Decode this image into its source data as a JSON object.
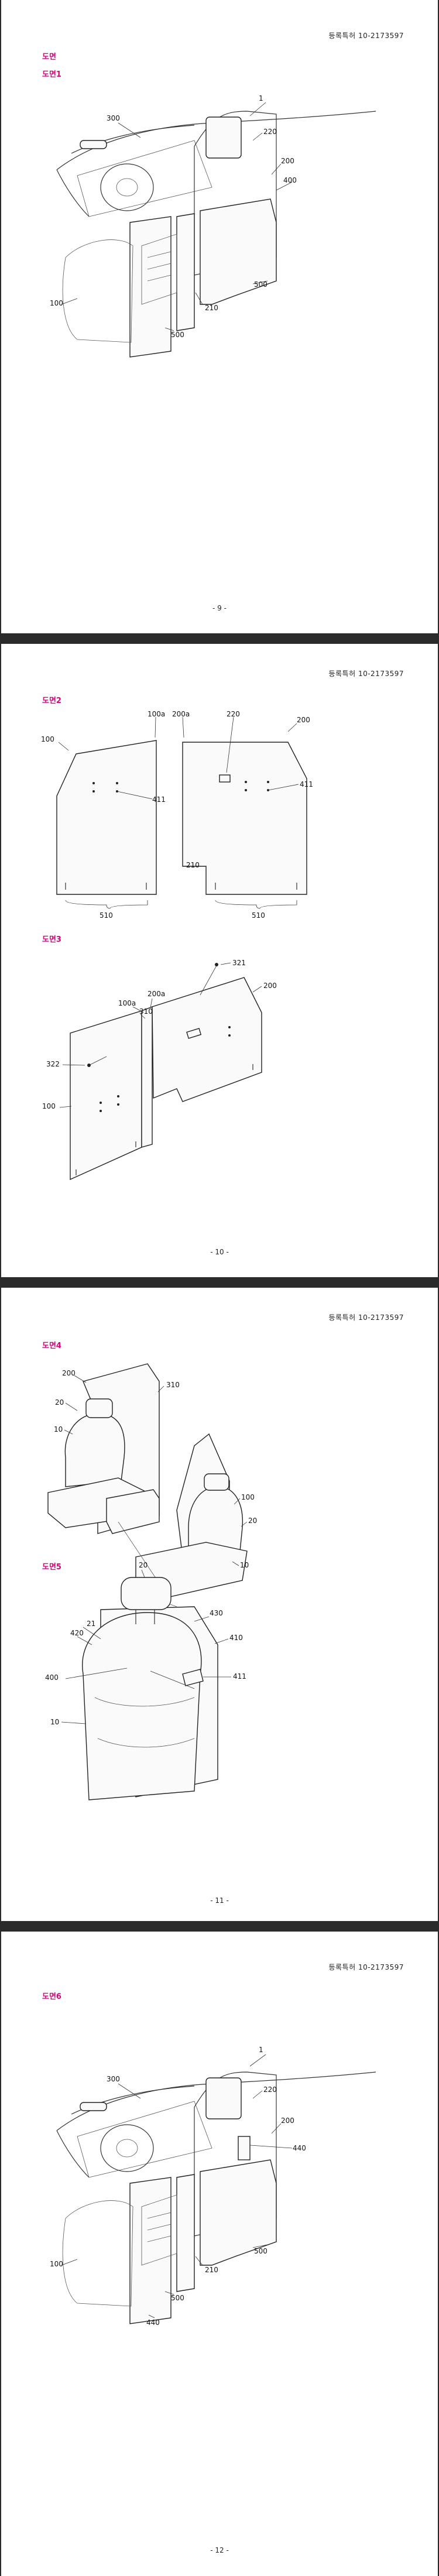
{
  "header_text": "등록특허 10-2173597",
  "pages": [
    {
      "number": "- 9 -",
      "section_label": "도면",
      "figure_label": "도면1",
      "refs": {
        "r1": "1",
        "r300": "300",
        "r220": "220",
        "r200": "200",
        "r400": "400",
        "r100": "100",
        "r210": "210",
        "r500a": "500",
        "r500b": "500"
      }
    },
    {
      "number": "- 10 -",
      "fig2_label": "도면2",
      "fig3_label": "도면3",
      "fig2_refs": {
        "r100": "100",
        "r100a": "100a",
        "r200a": "200a",
        "r220": "220",
        "r200": "200",
        "r411a": "411",
        "r411b": "411",
        "r210": "210",
        "r510a": "510",
        "r510b": "510"
      },
      "fig3_refs": {
        "r321": "321",
        "r200a": "200a",
        "r100a": "100a",
        "r310": "310",
        "r200": "200",
        "r322": "322",
        "r100": "100"
      }
    },
    {
      "number": "- 11 -",
      "fig4_label": "도면4",
      "fig5_label": "도면5",
      "fig4_refs": {
        "r200": "200",
        "r310": "310",
        "r20a": "20",
        "r10a": "10",
        "r100": "100",
        "r20b": "20",
        "r10b": "10"
      },
      "fig5_refs": {
        "r20": "20",
        "r21": "21",
        "r420": "420",
        "r430": "430",
        "r410": "410",
        "r400": "400",
        "r411": "411",
        "r10": "10"
      }
    },
    {
      "number": "- 12 -",
      "figure_label": "도면6",
      "refs": {
        "r1": "1",
        "r300": "300",
        "r220": "220",
        "r200": "200",
        "r440a": "440",
        "r100": "100",
        "r500a": "500",
        "r210": "210",
        "r500b": "500",
        "r440b": "440"
      }
    }
  ]
}
